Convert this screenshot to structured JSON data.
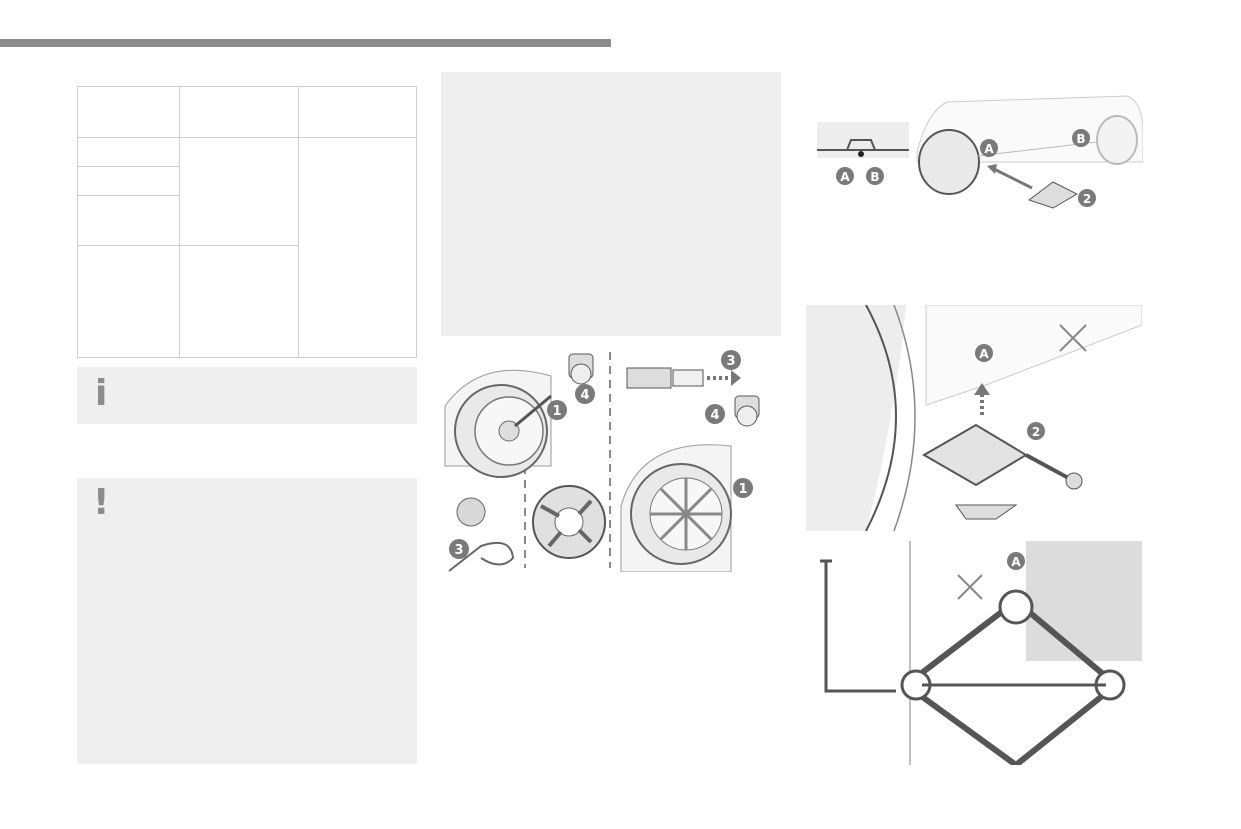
{
  "callouts": {
    "wheel_1": "1",
    "wheel_3": "3",
    "wheel_4": "4",
    "bolt_3": "3",
    "bolt_4": "4",
    "bolt_1": "1",
    "side_a": "A",
    "side_b": "B",
    "car_a": "A",
    "car_b": "B",
    "car_2": "2",
    "jack_a": "A",
    "jack_2": "2",
    "close_a": "A"
  },
  "icons": {
    "info": "i",
    "warning": "!"
  },
  "colors": {
    "callout_bg": "#7a7a7a",
    "panel_bg": "#efefef",
    "line": "#555555"
  }
}
